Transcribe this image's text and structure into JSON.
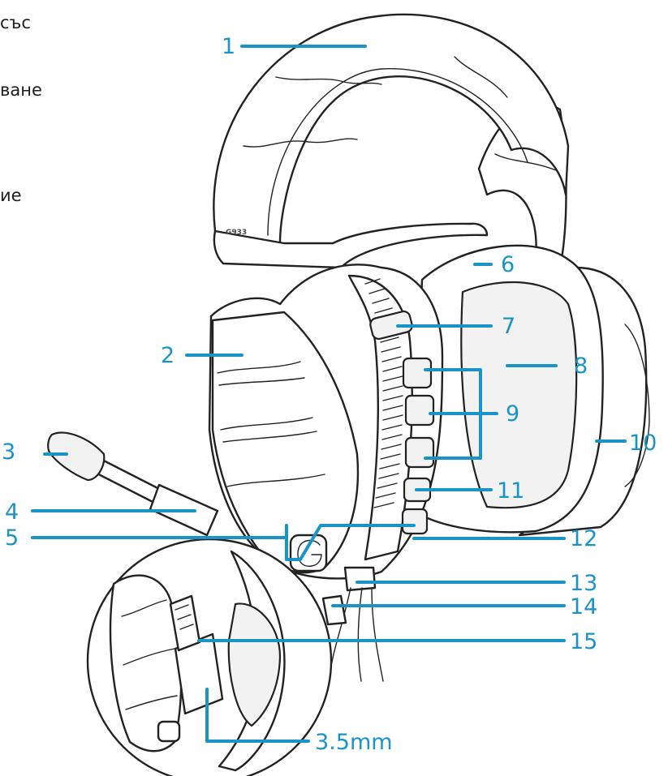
{
  "text_fragments": [
    "със",
    "ване",
    "ие"
  ],
  "headset_model_text": "G933",
  "accent_color": "#1a93c8",
  "callouts": [
    {
      "id": "1",
      "label": "1"
    },
    {
      "id": "2",
      "label": "2"
    },
    {
      "id": "3",
      "label": "3"
    },
    {
      "id": "4",
      "label": "4"
    },
    {
      "id": "5",
      "label": "5"
    },
    {
      "id": "6",
      "label": "6"
    },
    {
      "id": "7",
      "label": "7"
    },
    {
      "id": "8",
      "label": "8"
    },
    {
      "id": "9",
      "label": "9"
    },
    {
      "id": "10",
      "label": "10"
    },
    {
      "id": "11",
      "label": "11"
    },
    {
      "id": "12",
      "label": "12"
    },
    {
      "id": "13",
      "label": "13"
    },
    {
      "id": "14",
      "label": "14"
    },
    {
      "id": "15",
      "label": "15"
    },
    {
      "id": "jack",
      "label": "3.5mm"
    }
  ]
}
